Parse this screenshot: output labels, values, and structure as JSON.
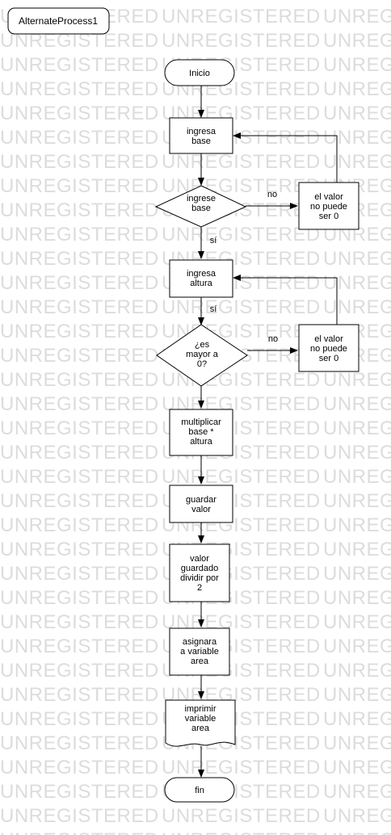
{
  "frame_title": "AlternateProcess1",
  "watermark_text": "UNREGISTERED",
  "nodes": {
    "inicio": [
      "Inicio"
    ],
    "ingresa_base": [
      "ingresa",
      "base"
    ],
    "ingrese_base": [
      "ingrese",
      "base"
    ],
    "error_base": [
      "el valor",
      "no puede",
      "ser 0"
    ],
    "ingresa_altura": [
      "ingresa",
      "altura"
    ],
    "es_mayor": [
      "¿es",
      "mayor a",
      "0?"
    ],
    "error_altura": [
      "el valor",
      "no puede",
      "ser 0"
    ],
    "multiplicar": [
      "multiplicar",
      "base *",
      "altura"
    ],
    "guardar": [
      "guardar",
      "valor"
    ],
    "dividir": [
      "valor",
      "guardado",
      "dividir por",
      "2"
    ],
    "asignar": [
      "asignara",
      "a variable",
      "area"
    ],
    "imprimir": [
      "imprimir",
      "variable",
      "area"
    ],
    "fin": [
      "fin"
    ]
  },
  "edge_labels": {
    "base_no": "no",
    "base_si": "sí",
    "altura_si": "sí",
    "altura_no": "no"
  }
}
